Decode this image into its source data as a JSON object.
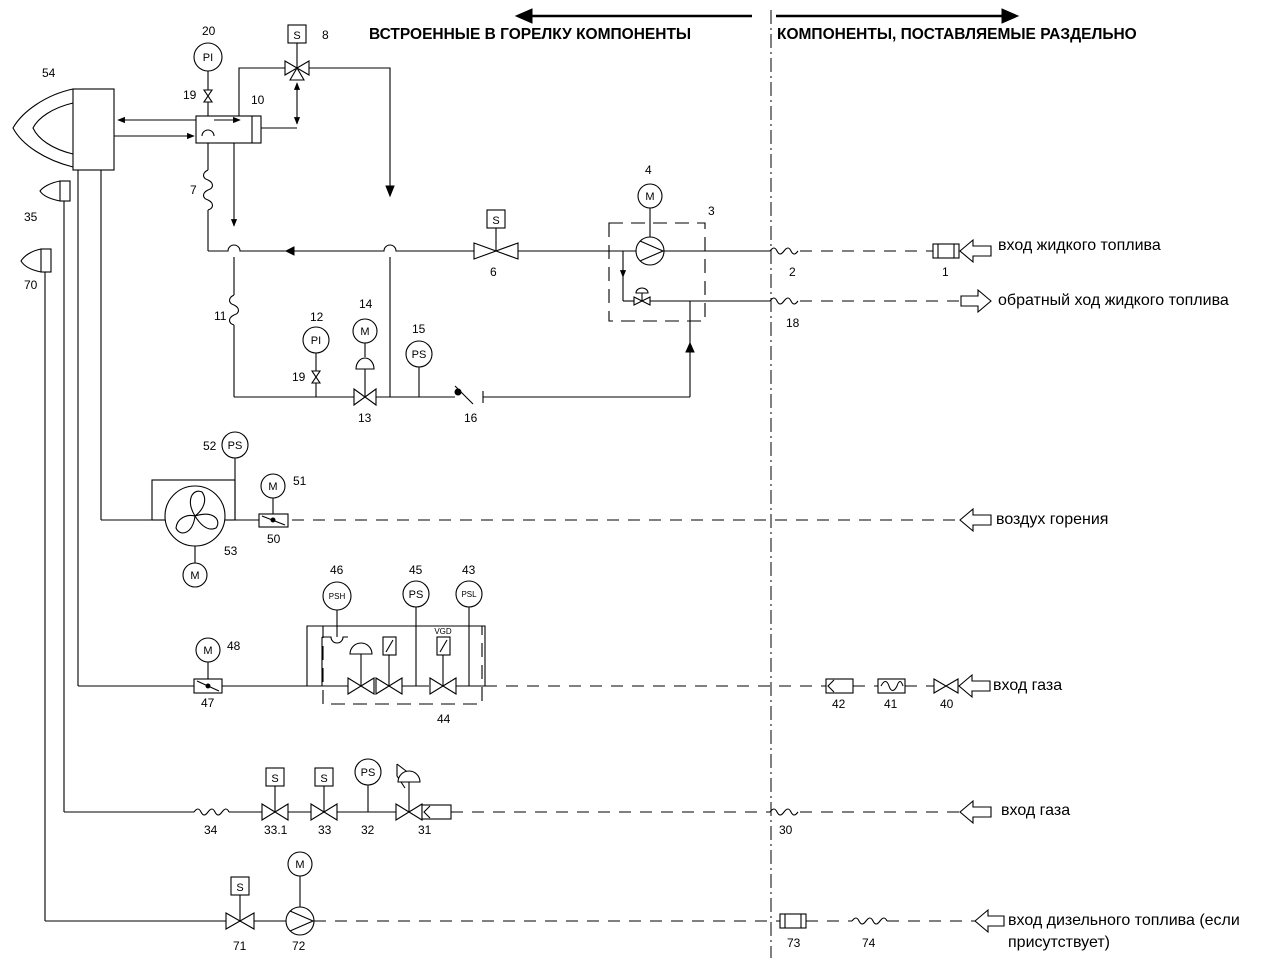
{
  "headers": {
    "left": "ВСТРОЕННЫЕ В ГОРЕЛКУ КОМПОНЕНТЫ",
    "right": "КОМПОНЕНТЫ, ПОСТАВЛЯЕМЫЕ РАЗДЕЛЬНО"
  },
  "inlets": {
    "liquid_fuel_in": "вход жидкого топлива",
    "liquid_fuel_return": "обратный ход жидкого топлива",
    "combustion_air": "воздух горения",
    "gas_in_main": "вход газа",
    "gas_in_pilot": "вход  газа",
    "diesel_in_line1": "вход дизельного топлива (если",
    "diesel_in_line2": "присутствует)"
  },
  "instruments": {
    "pi": "PI",
    "ps": "PS",
    "psh": "PSH",
    "psl": "PSL",
    "m": "M",
    "s": "S",
    "vgd": "VGD"
  },
  "numbers": {
    "n1": "1",
    "n2": "2",
    "n3": "3",
    "n4": "4",
    "n6": "6",
    "n7": "7",
    "n8": "8",
    "n10": "10",
    "n11": "11",
    "n12": "12",
    "n13": "13",
    "n14": "14",
    "n15": "15",
    "n16": "16",
    "n18": "18",
    "n19a": "19",
    "n19b": "19",
    "n20": "20",
    "n30": "30",
    "n31": "31",
    "n32": "32",
    "n33": "33",
    "n331": "33.1",
    "n34": "34",
    "n35": "35",
    "n40": "40",
    "n41": "41",
    "n42": "42",
    "n43": "43",
    "n44": "44",
    "n45": "45",
    "n46": "46",
    "n47": "47",
    "n48": "48",
    "n50": "50",
    "n51": "51",
    "n52": "52",
    "n53": "53",
    "n54": "54",
    "n70": "70",
    "n71": "71",
    "n72": "72",
    "n73": "73",
    "n74": "74"
  }
}
